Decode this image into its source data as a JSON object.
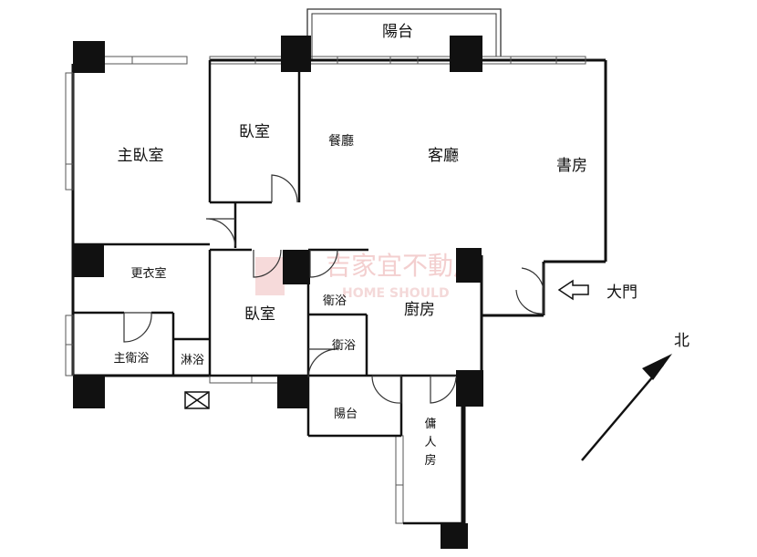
{
  "rooms": {
    "balcony_top": "陽台",
    "bedroom_small": "臥室",
    "dining": "餐廳",
    "living": "客廳",
    "study": "書房",
    "master_bedroom": "主臥室",
    "walk_in_closet": "更衣室",
    "master_bath": "主衛浴",
    "shower": "淋浴",
    "bedroom_second": "臥室",
    "bath_1": "衛浴",
    "bath_2": "衛浴",
    "kitchen": "廚房",
    "balcony_bottom": "陽台",
    "maid_room": [
      "傭",
      "人",
      "房"
    ]
  },
  "entrance": {
    "label": "大門",
    "icon": "arrow-left-outline-icon"
  },
  "compass": {
    "label": "北",
    "icon": "north-arrow-icon"
  },
  "watermark": {
    "text": "吉家宜不動產",
    "english": "HOME SHOULD",
    "color": "#f3cfcf"
  },
  "colors": {
    "wall": "#111111",
    "line": "#333333",
    "background": "#ffffff"
  }
}
